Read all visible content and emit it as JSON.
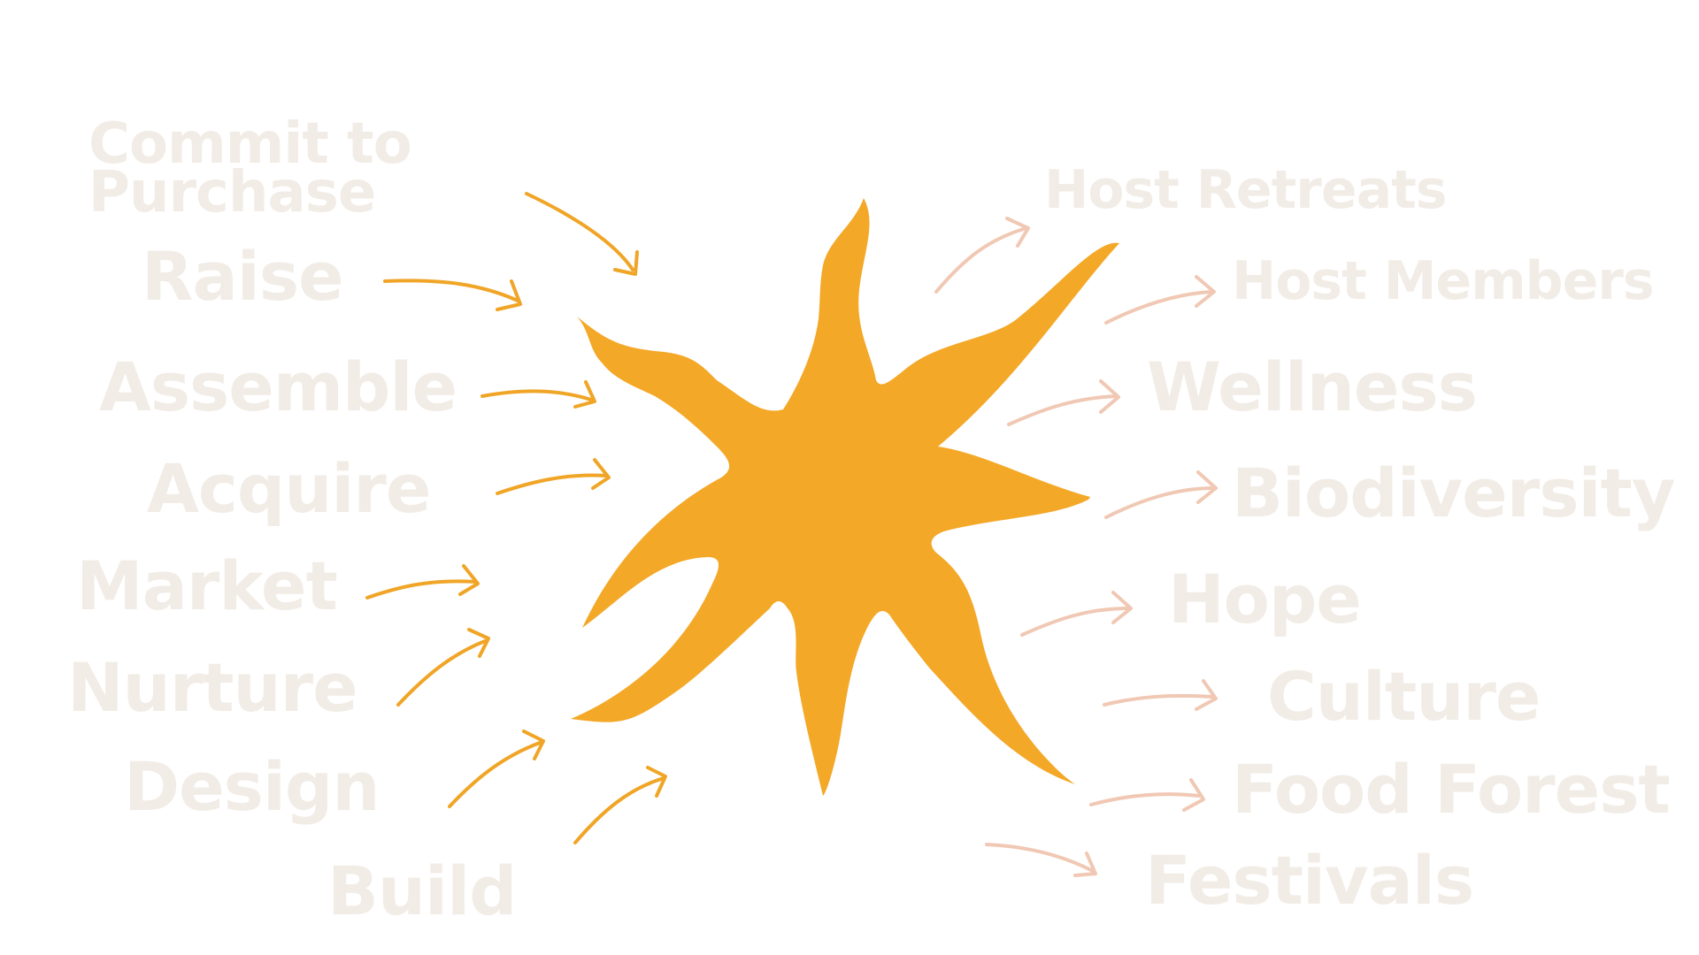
{
  "colors": {
    "sun": "#F4A828",
    "label_text": "#F2ECE6",
    "arrow_in": "#F0A526",
    "arrow_out": "#F0C8B4",
    "background": "#FFFFFF"
  },
  "center": {
    "icon": "sun-star-icon"
  },
  "inputs": [
    {
      "id": "commit",
      "label": "Commit to Purchase"
    },
    {
      "id": "raise",
      "label": "Raise"
    },
    {
      "id": "assemble",
      "label": "Assemble"
    },
    {
      "id": "acquire",
      "label": "Acquire"
    },
    {
      "id": "market",
      "label": "Market"
    },
    {
      "id": "nurture",
      "label": "Nurture"
    },
    {
      "id": "design",
      "label": "Design"
    },
    {
      "id": "build",
      "label": "Build"
    }
  ],
  "outputs": [
    {
      "id": "host-retreats",
      "label": "Host Retreats"
    },
    {
      "id": "host-members",
      "label": "Host Members"
    },
    {
      "id": "wellness",
      "label": "Wellness"
    },
    {
      "id": "biodiversity",
      "label": "Biodiversity"
    },
    {
      "id": "hope",
      "label": "Hope"
    },
    {
      "id": "culture",
      "label": "Culture"
    },
    {
      "id": "food-forest",
      "label": "Food Forest"
    },
    {
      "id": "festivals",
      "label": "Festivals"
    }
  ]
}
